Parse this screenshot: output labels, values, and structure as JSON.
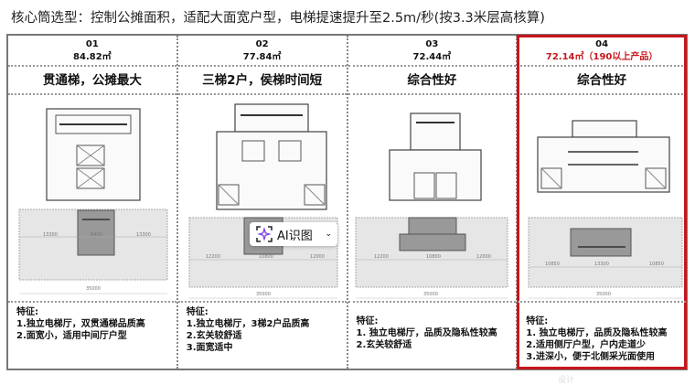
{
  "title": "核心筒选型：控制公摊面积，适配大面宽户型，电梯提速提升至2.5m/秒(按3.3米层高核算)",
  "cards": [
    {
      "num": "01",
      "area": "84.82㎡",
      "name": "贯通梯，公摊最大",
      "dims": [
        "13300",
        "8400",
        "13300"
      ],
      "total": "35000",
      "features": [
        "特征:",
        "1.独立电梯厅，双贯通梯品质高",
        "2.面宽小，适用中间厅户型"
      ]
    },
    {
      "num": "02",
      "area": "77.84㎡",
      "name": "三梯2户，侯梯时间短",
      "dims": [
        "12200",
        "10800",
        "12000"
      ],
      "total": "35000",
      "features": [
        "特征:",
        "1.独立电梯厅，3梯2户品质高",
        "2.玄关较舒适",
        "3.面宽适中"
      ]
    },
    {
      "num": "03",
      "area": "72.44㎡",
      "name": "综合性好",
      "dims": [
        "12200",
        "10800",
        "12000"
      ],
      "total": "35000",
      "features": [
        "特征:",
        "1. 独立电梯厅，品质及隐私性较高",
        "2.玄关较舒适"
      ]
    },
    {
      "num": "04",
      "area": "72.14㎡（190以上产品）",
      "name": "综合性好",
      "dims": [
        "10850",
        "13300",
        "10850"
      ],
      "total": "35000",
      "features": [
        "特征:",
        "1. 独立电梯厅，品质及隐私性较高",
        "2.适用侧厅户型，户内走道少",
        "3.进深小，便于北侧采光面使用"
      ]
    }
  ],
  "ai_button": {
    "label": "AI识图"
  },
  "watermark": "设计",
  "colors": {
    "highlight": "#c8161d",
    "ai_accent": "#7b3fe4"
  }
}
